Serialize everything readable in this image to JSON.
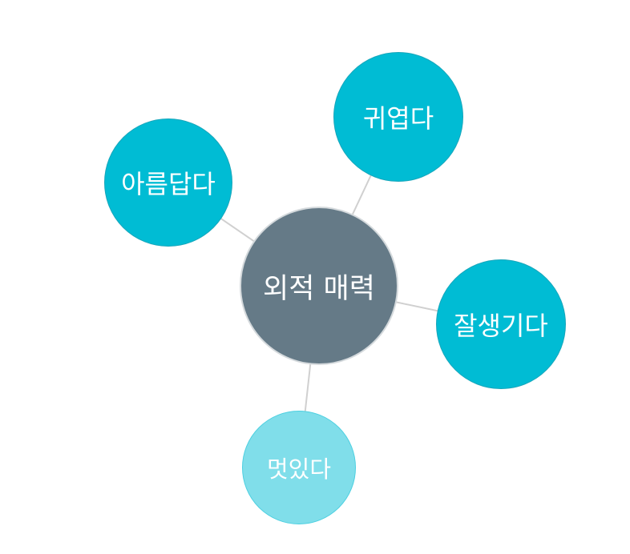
{
  "colors": {
    "center_fill": "#657a87",
    "center_border": "#d4d9dc",
    "branch_fill": "#00bcd4",
    "branch_border": "#17a6bb",
    "branch_light_fill": "#80deea",
    "branch_light_border": "#4dd0e1",
    "link": "#d0d0d0"
  },
  "center": {
    "label": "외적 매력"
  },
  "branches": [
    {
      "label": "아름답다",
      "shade": "dark"
    },
    {
      "label": "귀엽다",
      "shade": "dark"
    },
    {
      "label": "잘생기다",
      "shade": "dark"
    },
    {
      "label": "멋있다",
      "shade": "light"
    }
  ]
}
